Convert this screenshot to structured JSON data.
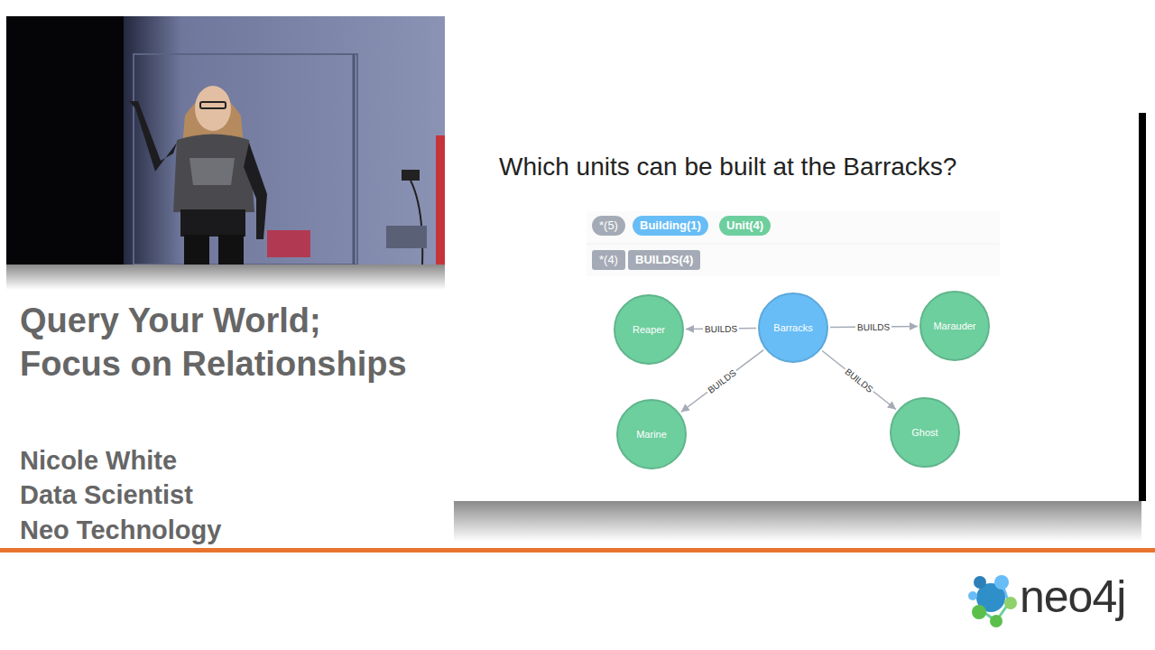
{
  "diagram": {
    "title": "Which units can be built at the Barracks?",
    "nodes": [
      {
        "text": [
          "Reaper"
        ]
      },
      {
        "text": [
          "Barracks"
        ]
      },
      {
        "text": [
          "Marauder"
        ]
      },
      {
        "text": [
          "Marine"
        ]
      },
      {
        "text": [
          "Ghost"
        ]
      }
    ],
    "edges": [
      {
        "from": 1,
        "to": 0,
        "label": "BUILDS",
        "arrow": "to"
      },
      {
        "from": 1,
        "to": 2,
        "label": "BUILDS",
        "arrow": "to"
      },
      {
        "from": 1,
        "to": 3,
        "label": "BUILDS",
        "arrow": "to"
      },
      {
        "from": 1,
        "to": 4,
        "label": "BUILDS",
        "arrow": "to"
      }
    ],
    "labels": [
      "Query Your World; Focus on Relationships",
      "Nicole White",
      "Data Scientist",
      "Neo Technology",
      "*(5)",
      "Building(1)",
      "Unit(4)",
      "*(4)",
      "BUILDS(4)",
      "neo4j"
    ]
  }
}
